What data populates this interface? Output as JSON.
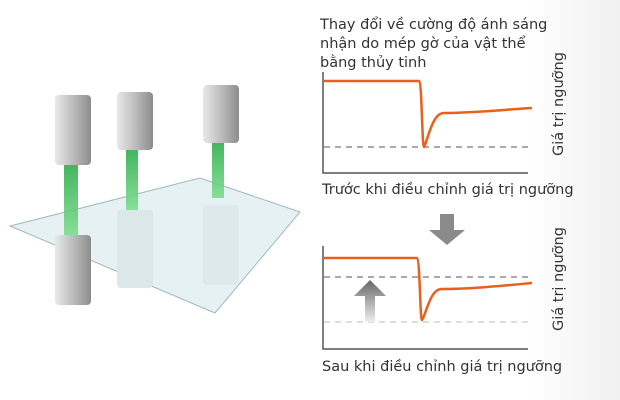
{
  "title_lines": [
    "Thay đổi về cường độ ánh sáng",
    "nhận do mép gờ của vật thể",
    "bằng thủy tinh"
  ],
  "top_chart": {
    "caption": "Trước khi điều chỉnh giá trị ngưỡng",
    "axis_label": "Giá trị ngưỡng"
  },
  "bottom_chart": {
    "caption": "Sau khi điều chỉnh giá trị ngưỡng",
    "axis_label": "Giá trị ngưỡng"
  },
  "colors": {
    "signal": "#e8601c",
    "beam": "#3dbf5a",
    "arrow": "#8a8a8a"
  }
}
